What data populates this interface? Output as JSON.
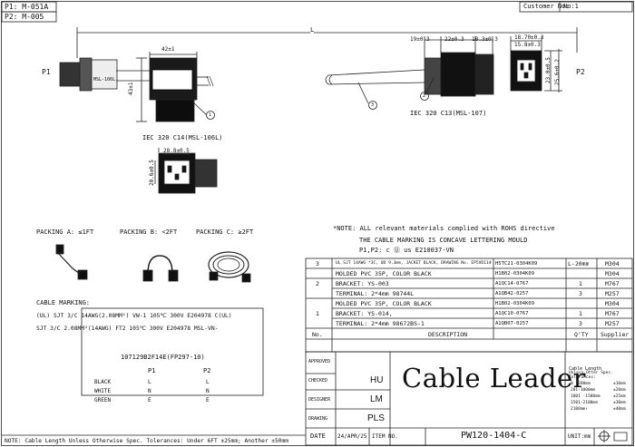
{
  "header": {
    "p1_label": "P1: M-051A",
    "p2_label": "P2: M-005",
    "customer_no_label": "Customer No:",
    "no_label": "No:1"
  },
  "dimensions": {
    "overall_length": "L",
    "p1_width": "42±1",
    "p1_height": "43±1",
    "p2_d1": "19±0.3",
    "p2_d2": "22±0.3",
    "p2_d3": "18.3±0.3",
    "p2_w1": "18.70±0.3",
    "p2_w2": "15.8±0.3",
    "p2_h1": "23.0±0.5",
    "p2_h2": "25.6±0.2",
    "front_width": "28.8±0.5",
    "front_height": "20.6±0.5"
  },
  "drawing": {
    "p1_tag": "P1",
    "p2_tag": "P2",
    "callout_1": "1",
    "callout_2": "2",
    "callout_3": "3",
    "p1_connector": "IEC 320 C14(MSL-106L)",
    "p2_connector": "IEC 320 C13(MSL-107)",
    "brand_text": "MSL-106L"
  },
  "packing": {
    "a": "PACKING A: ≤1FT",
    "b": "PACKING B: <2FT",
    "c": "PACKING C: ≥2FT"
  },
  "cable_marking": {
    "title": "CABLE MARKING:",
    "line1": "(UL) SJT  3/C 14AWG(2.08MM²)   VW-1  105℃  300V  E204978  C(UL)",
    "line2": "SJT 3/C  2.08MM²(14AWG)    FT2  105℃  300V  E204978    MSL-VN-"
  },
  "wiring": {
    "title": "107129B2F14E(FP297-10)",
    "col_p1": "P1",
    "col_p2": "P2",
    "rows": [
      {
        "color": "BLACK",
        "p1": "L",
        "p2": "L"
      },
      {
        "color": "WHITE",
        "p1": "N",
        "p2": "N"
      },
      {
        "color": "GREEN",
        "p1": "E",
        "p2": "E"
      }
    ]
  },
  "note": {
    "line1": "*NOTE: ALL relevant materials complied with ROHS directive",
    "line2": "THE CABLE MARKING IS CONCAVE LETTERING MOULD",
    "line3": "P1,P2: c Ⓤ us E210037-VN"
  },
  "bom": {
    "headers": {
      "no": "No.",
      "desc": "DESCRIPTION",
      "qty": "Q'TY",
      "supplier": "Supplier"
    },
    "rows": [
      {
        "no": "3",
        "desc": "UL SJT 14AWG *3C, OD 9.3mm, JACKET BLACK, DRAWING No. EP5VD11403C-147",
        "code": "H5TC21-0304K09",
        "qty": "L-20mm",
        "supplier": "M304"
      },
      {
        "no": "",
        "desc": "MOLDED PVC 35P, COLOR BLACK",
        "code": "H1B02-0304K09",
        "qty": "",
        "supplier": "M304"
      },
      {
        "no": "2",
        "desc": "BRACKET: YS-003",
        "code": "A1QC14-0767",
        "qty": "1",
        "supplier": "M767"
      },
      {
        "no": "",
        "desc": "TERMINAL: 2*4mm 98744L",
        "code": "A1QB42-0257",
        "qty": "3",
        "supplier": "M257"
      },
      {
        "no": "",
        "desc": "MOLDED PVC 35P, COLOR BLACK",
        "code": "H1B02-0304K09",
        "qty": "",
        "supplier": "M304"
      },
      {
        "no": "1",
        "desc": "BRACKET: YS-014,",
        "code": "A1QC10-0767",
        "qty": "1",
        "supplier": "M767"
      },
      {
        "no": "",
        "desc": "TERMINAL: 2*4mm 98672BS-1",
        "code": "A1QB07-0257",
        "qty": "3",
        "supplier": "M257"
      }
    ]
  },
  "title_block": {
    "approved": "APPROVED",
    "checked": "CHECKED",
    "checked_by": "HU",
    "designer": "DESIGNER",
    "designer_by": "LM",
    "drawing": "DRAWING",
    "drawing_by": "PLS",
    "company": "Cable Leader",
    "length_title": "Cable Length",
    "length_sub1": "Unless Otter Spec.",
    "length_sub2": "Tolerances:",
    "tolerances": [
      {
        "range": "0 -200mm",
        "tol": "±10mm"
      },
      {
        "range": "201-1000mm",
        "tol": "±20mm"
      },
      {
        "range": "1001 -1500mm",
        "tol": "±25mm"
      },
      {
        "range": "1501-2100mm",
        "tol": "±30mm"
      },
      {
        "range": "2100mm↑",
        "tol": "±40mm"
      }
    ],
    "date_label": "DATE",
    "date_value": "24/APR/25",
    "item_label": "ITEM NO.",
    "item_value": "PW120-1404-C",
    "unit_label": "UNIT:mm"
  },
  "footer_note": "NOTE: Cable Length Unless Otherwise Spec. Tolerances: Under 6FT ±25mm;   Another ±50mm"
}
